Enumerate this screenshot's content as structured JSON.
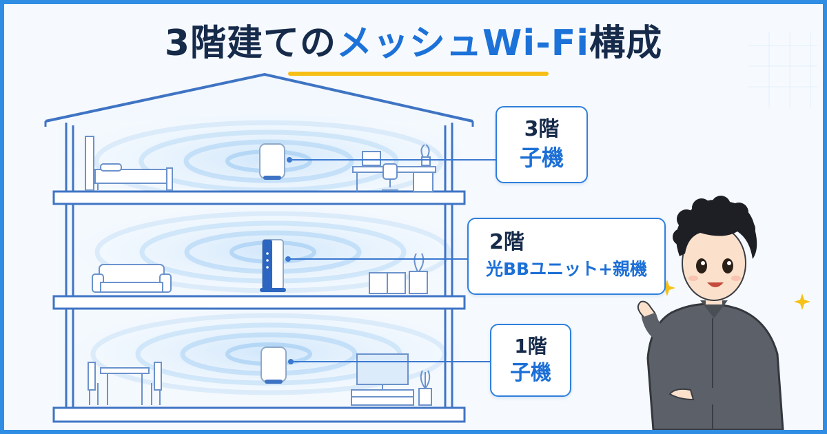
{
  "title": {
    "part1": "3階建ての",
    "part2": "メッシュWi-Fi",
    "part3": "構成"
  },
  "floors": [
    {
      "floor": "3階",
      "role": "子機",
      "device": "satellite"
    },
    {
      "floor": "2階",
      "role": "光BBユニット+親機",
      "device": "main-router"
    },
    {
      "floor": "1階",
      "role": "子機",
      "device": "satellite"
    }
  ],
  "colors": {
    "frame": "#2f8de4",
    "title_dark": "#162a4a",
    "title_blue": "#1c72d8",
    "underline": "#f7be16",
    "house_line": "#3f74c4",
    "signal_wave": "#9ccaf2"
  },
  "icons": [
    "house-icon",
    "router-icon",
    "bed-icon",
    "desk-icon",
    "sofa-icon",
    "tv-icon",
    "dining-table-icon",
    "plant-icon",
    "person-illustration",
    "sparkle-icon"
  ]
}
